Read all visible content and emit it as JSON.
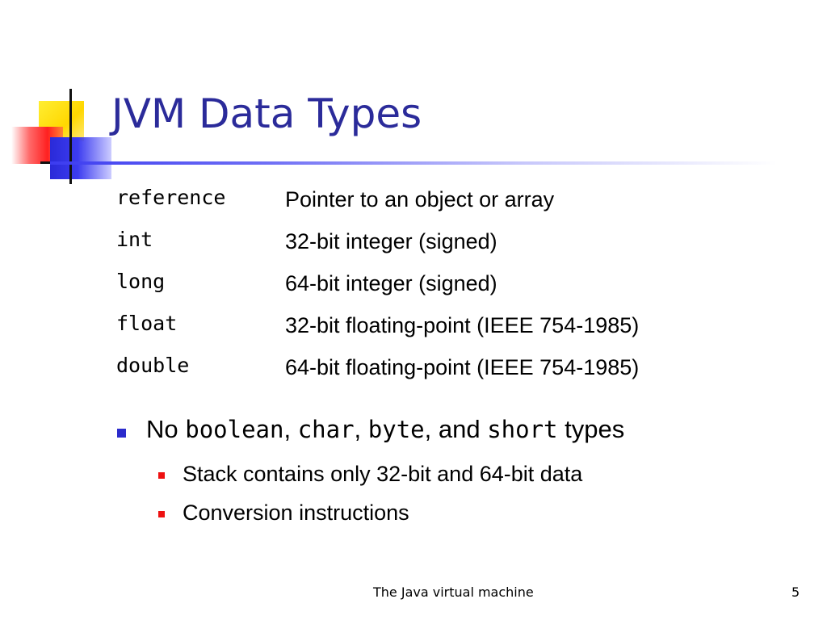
{
  "slide": {
    "title": "JVM Data Types",
    "types": [
      {
        "name": "reference",
        "description": "Pointer to an object or array"
      },
      {
        "name": "int",
        "description": "32-bit integer (signed)"
      },
      {
        "name": "long",
        "description": "64-bit integer (signed)"
      },
      {
        "name": "float",
        "description": "32-bit floating-point (IEEE 754-1985)"
      },
      {
        "name": "double",
        "description": "64-bit floating-point (IEEE 754-1985)"
      }
    ],
    "main_bullet": {
      "prefix": "No ",
      "code1": "boolean",
      "sep1": ", ",
      "code2": "char",
      "sep2": ", ",
      "code3": "byte",
      "sep3": ", and ",
      "code4": "short",
      "suffix": " types"
    },
    "sub_bullets": [
      "Stack contains only 32-bit and 64-bit data",
      "Conversion instructions"
    ],
    "footer": "The Java virtual machine",
    "page_number": "5"
  },
  "colors": {
    "title": "#2b2b9a",
    "bullet_l1": "#2b2bcc",
    "bullet_l2": "#ee1111",
    "logo_yellow": "#ffd700",
    "logo_red": "#ff2020",
    "logo_blue": "#3c3cf0"
  },
  "icons": {
    "logo": "colored-squares-logo",
    "bullet_l1": "square-bullet-icon",
    "bullet_l2": "small-square-bullet-icon"
  }
}
